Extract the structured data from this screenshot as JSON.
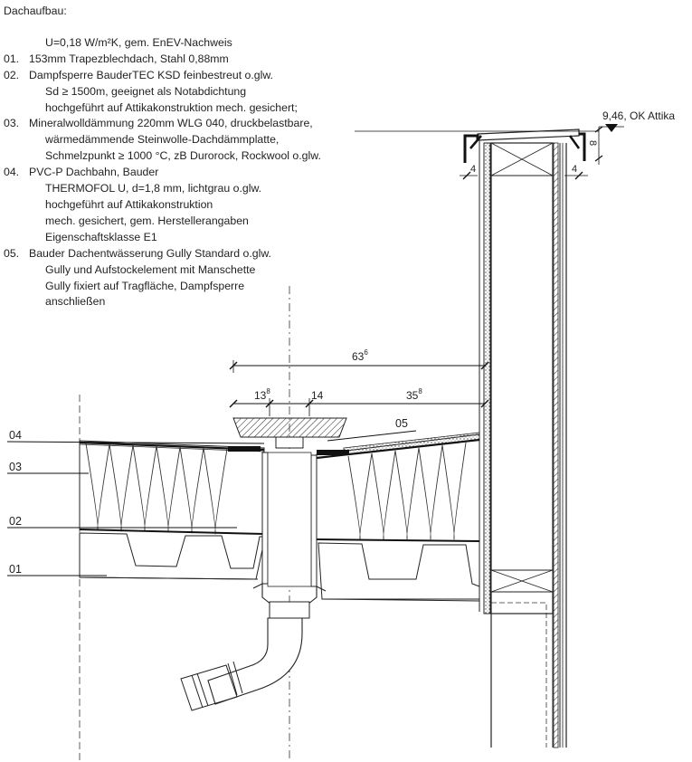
{
  "spec": {
    "title": "Dachaufbau:",
    "u_value": "U=0,18 W/m²K, gem. EnEV-Nachweis",
    "items": [
      {
        "num": "01.",
        "lines": [
          "153mm Trapezblechdach, Stahl 0,88mm"
        ]
      },
      {
        "num": "02.",
        "lines": [
          "Dampfsperre BauderTEC KSD feinbestreut o.glw.",
          "Sd ≥ 1500m, geeignet als Notabdichtung",
          "hochgeführt auf Attikakonstruktion mech. gesichert;"
        ]
      },
      {
        "num": "03.",
        "lines": [
          "Mineralwolldämmung 220mm WLG 040, druckbelastbare,",
          "wärmedämmende Steinwolle-Dachdämmplatte,",
          "Schmelzpunkt ≥ 1000 °C, zB Durorock, Rockwool o.glw."
        ]
      },
      {
        "num": "04.",
        "lines": [
          "PVC-P Dachbahn, Bauder",
          "THERMOFOL U, d=1,8 mm, lichtgrau o.glw.",
          "hochgeführt auf Attikakonstruktion",
          "mech. gesichert, gem. Herstellerangaben",
          "Eigenschaftsklasse E1"
        ]
      },
      {
        "num": "05.",
        "lines": [
          "Bauder Dachentwässerung Gully Standard o.glw.",
          "Gully und Aufstockelement mit Manschette",
          "Gully fixiert auf Tragfläche, Dampfsperre",
          "anschließen"
        ]
      }
    ]
  },
  "layer_labels": {
    "l04": "04",
    "l03": "03",
    "l02": "02",
    "l01": "01",
    "l05": "05"
  },
  "dimensions": {
    "total": {
      "main": "63",
      "sup": "6"
    },
    "left": {
      "main": "13",
      "sup": "8"
    },
    "mid": {
      "main": "14"
    },
    "right": {
      "main": "35",
      "sup": "8"
    },
    "cap_left": "4",
    "cap_right": "4",
    "cap_height": "8"
  },
  "level_mark": "9,46, OK Attika"
}
